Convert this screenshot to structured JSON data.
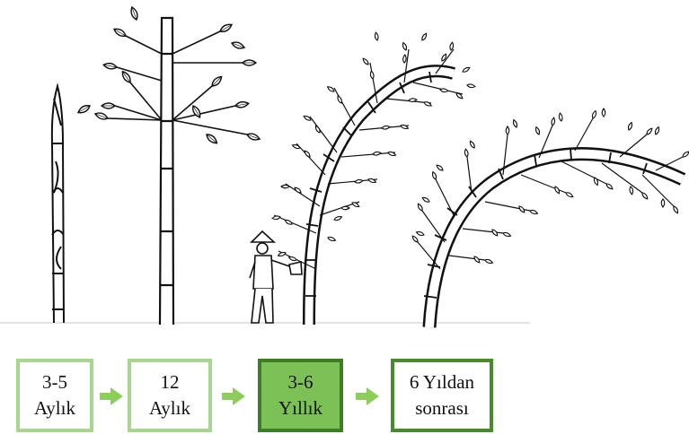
{
  "illustration": {
    "subject": "bamboo growth stages",
    "icons": [
      "bamboo-shoot-icon",
      "young-bamboo-icon",
      "mature-bamboo-icon",
      "old-bamboo-icon",
      "worker-figure-icon"
    ]
  },
  "timeline": {
    "colors": {
      "light_border": "#a8d58f",
      "dark_border": "#4a8a2e",
      "highlight_fill": "#7cc155",
      "highlight_border": "#3f7d24",
      "arrow": "#8dcd5c"
    },
    "stages": [
      {
        "line1": "3-5",
        "line2": "Aylık"
      },
      {
        "line1": "12",
        "line2": "Aylık"
      },
      {
        "line1": "3-6",
        "line2": "Yıllık"
      },
      {
        "line1": "6 Yıldan",
        "line2": "sonrası"
      }
    ]
  }
}
